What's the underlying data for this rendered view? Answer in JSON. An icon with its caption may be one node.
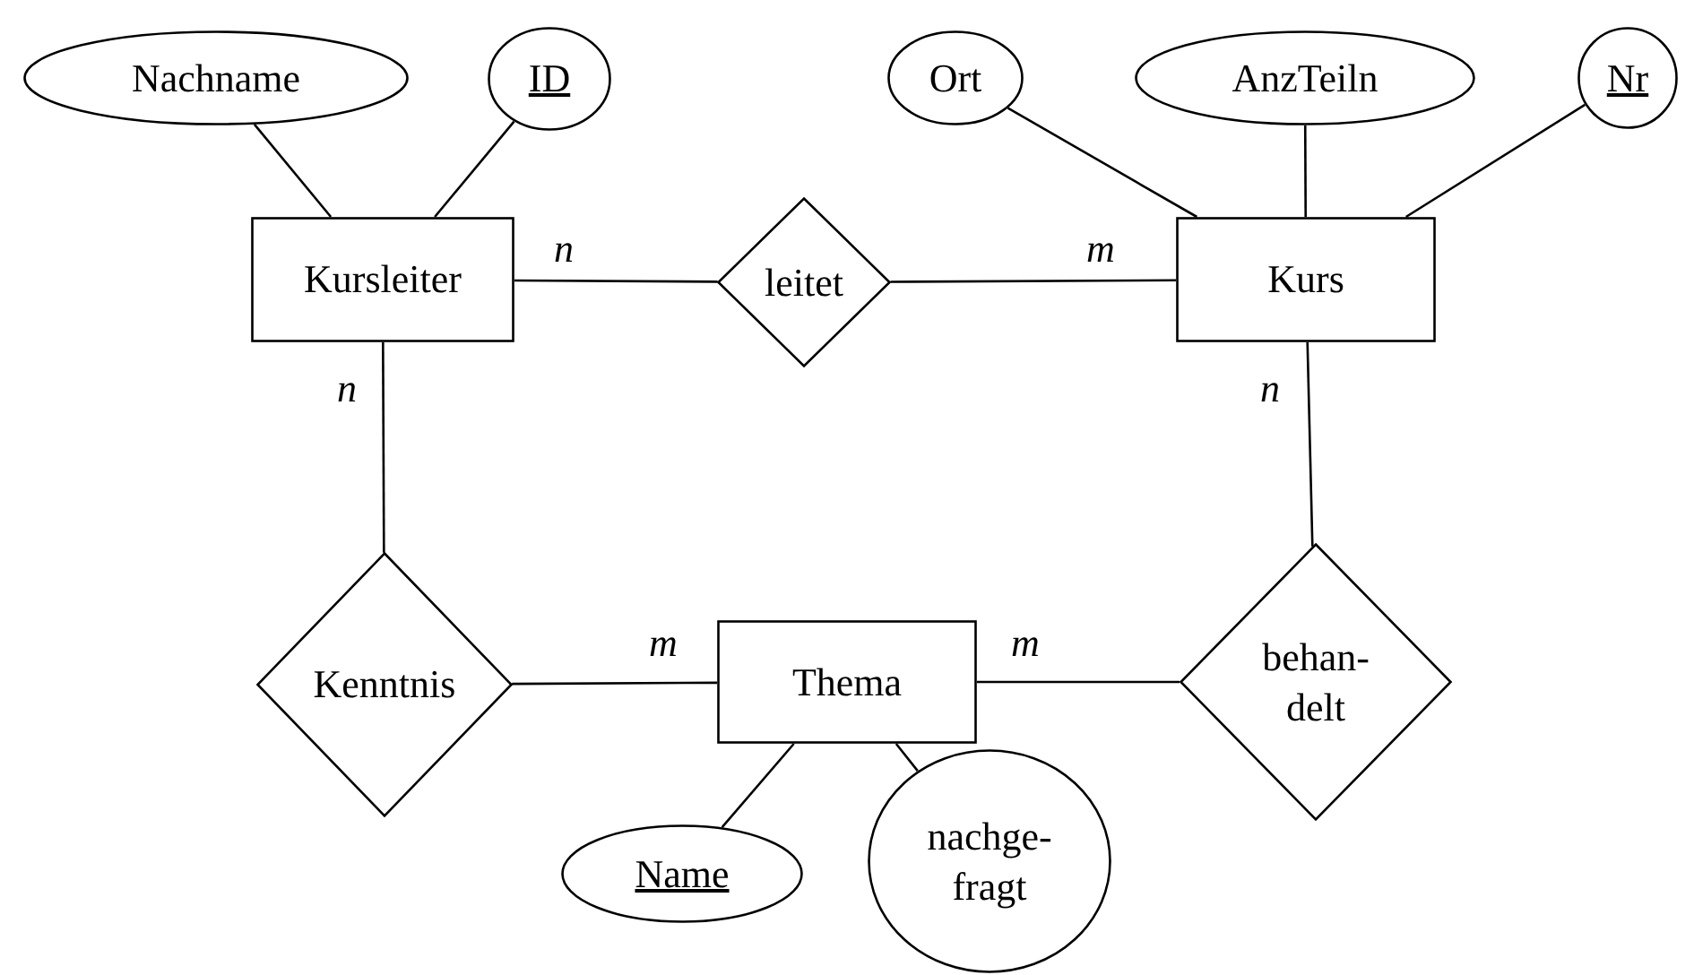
{
  "diagram": {
    "nodes": [
      {
        "text": [
          "Nachname"
        ]
      },
      {
        "text": [
          "ID"
        ]
      },
      {
        "text": [
          "Ort"
        ]
      },
      {
        "text": [
          "AnzTeiln"
        ]
      },
      {
        "text": [
          "Nr"
        ]
      },
      {
        "text": [
          "Kursleiter"
        ]
      },
      {
        "text": [
          "leitet"
        ]
      },
      {
        "text": [
          "Kurs"
        ]
      },
      {
        "text": [
          "Kenntnis"
        ]
      },
      {
        "text": [
          "Thema"
        ]
      },
      {
        "text": [
          "behan- delt"
        ]
      },
      {
        "text": [
          "Name"
        ]
      },
      {
        "text": [
          "nachge- fragt"
        ]
      }
    ],
    "edges": [
      {
        "from": 0,
        "to": 5,
        "arrow": "none"
      },
      {
        "from": 1,
        "to": 5,
        "arrow": "none"
      },
      {
        "from": 2,
        "to": 7,
        "arrow": "none"
      },
      {
        "from": 3,
        "to": 7,
        "arrow": "none"
      },
      {
        "from": 4,
        "to": 7,
        "arrow": "none"
      },
      {
        "from": 5,
        "to": 6,
        "arrow": "none",
        "label": "n"
      },
      {
        "from": 6,
        "to": 7,
        "arrow": "none",
        "label": "m"
      },
      {
        "from": 5,
        "to": 8,
        "arrow": "none",
        "label": "n"
      },
      {
        "from": 7,
        "to": 10,
        "arrow": "none",
        "label": "n"
      },
      {
        "from": 8,
        "to": 9,
        "arrow": "none",
        "label": "m"
      },
      {
        "from": 9,
        "to": 10,
        "arrow": "none",
        "label": "m"
      },
      {
        "from": 9,
        "to": 11,
        "arrow": "none"
      },
      {
        "from": 9,
        "to": 12,
        "arrow": "none"
      }
    ]
  }
}
